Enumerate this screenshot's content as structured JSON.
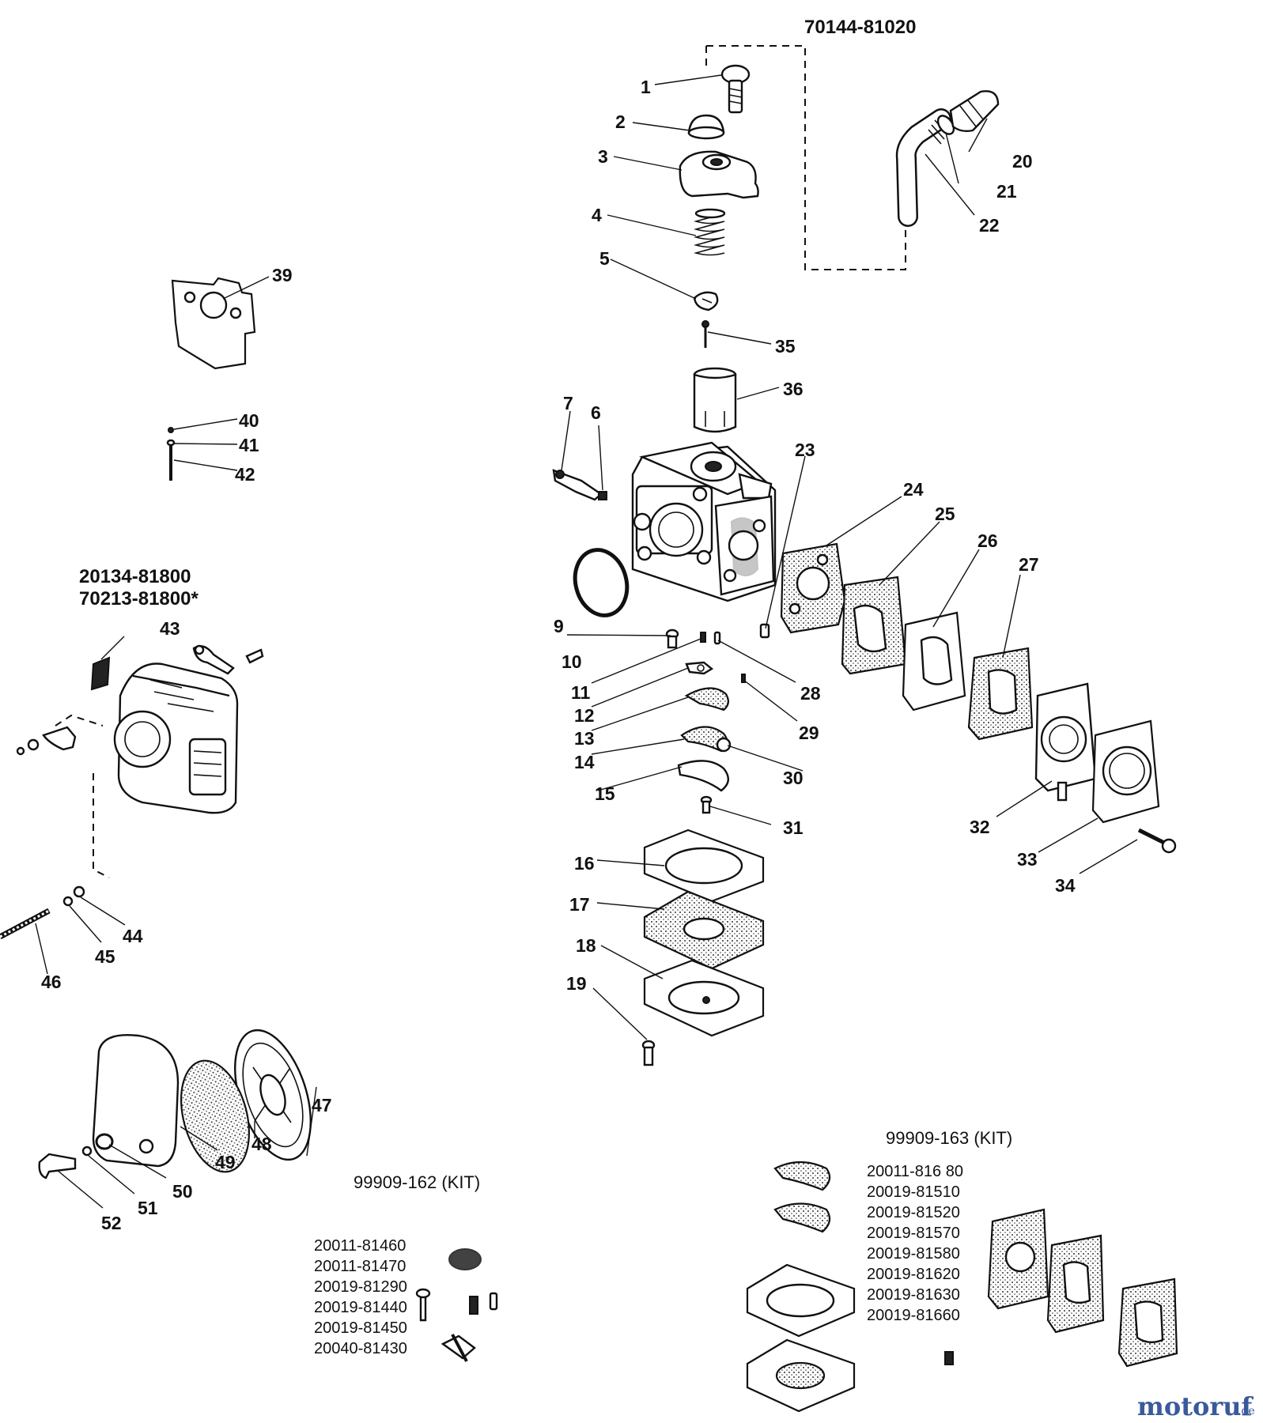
{
  "assemblies": {
    "top": "70144-81020",
    "left_line1": "20134-81800",
    "left_line2": "70213-81800*"
  },
  "callouts": [
    "1",
    "2",
    "3",
    "4",
    "5",
    "6",
    "7",
    "9",
    "10",
    "11",
    "12",
    "13",
    "14",
    "15",
    "16",
    "17",
    "18",
    "19",
    "20",
    "21",
    "22",
    "23",
    "24",
    "25",
    "26",
    "27",
    "28",
    "29",
    "30",
    "31",
    "32",
    "33",
    "34",
    "35",
    "36",
    "39",
    "40",
    "41",
    "42",
    "43",
    "44",
    "45",
    "46",
    "47",
    "48",
    "49",
    "50",
    "51",
    "52"
  ],
  "kit_162": {
    "title": "99909-162 (KIT)",
    "parts": [
      "20011-81460",
      "20011-81470",
      "20019-81290",
      "20019-81440",
      "20019-81450",
      "20040-81430"
    ]
  },
  "kit_163": {
    "title": "99909-163 (KIT)",
    "parts": [
      "20011-816 80",
      "20019-81510",
      "20019-81520",
      "20019-81570",
      "20019-81580",
      "20019-81620",
      "20019-81630",
      "20019-81660"
    ]
  },
  "watermark": {
    "name": "motoruf",
    "suffix": ".de",
    "color_main": "#3a5a9a",
    "color_accent": "#c8901a"
  }
}
